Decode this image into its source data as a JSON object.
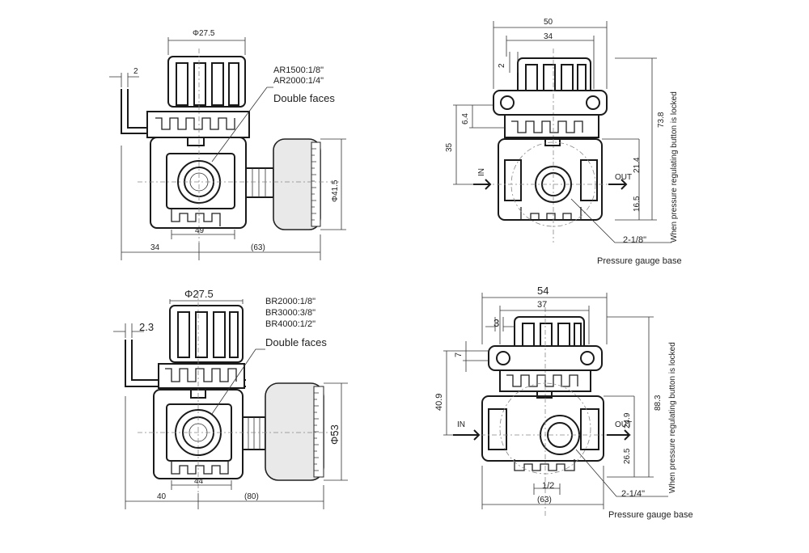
{
  "figures": [
    {
      "id": "fig-tl",
      "dims": {
        "phi_top": "Φ27.5",
        "offset": "2",
        "width_bottom": "49",
        "left": "34",
        "right": "(63)",
        "gauge_dia": "Φ41.5"
      },
      "callouts": [
        "AR1500:1/8\"",
        "AR2000:1/4\"",
        "Double faces"
      ]
    },
    {
      "id": "fig-tr",
      "dims": {
        "top_outer": "50",
        "top_inner": "34",
        "small": "2",
        "d1": "6.4",
        "d2": "35",
        "d3": "73.8",
        "d4": "21.4",
        "d5": "16.5"
      },
      "ports": {
        "in": "IN",
        "out": "OUT"
      },
      "vertical_note": "When pressure regulating button is locked",
      "callouts": [
        "2-1/8\"",
        "Pressure gauge base"
      ]
    },
    {
      "id": "fig-bl",
      "dims": {
        "phi_top": "Φ27.5",
        "offset": "2.3",
        "width_bottom": "44",
        "left": "40",
        "right": "(80)",
        "gauge_dia": "Φ53"
      },
      "callouts": [
        "BR2000:1/8\"",
        "BR3000:3/8\"",
        "BR4000:1/2\"",
        "Double faces"
      ]
    },
    {
      "id": "fig-br",
      "dims": {
        "top_outer": "54",
        "top_inner": "37",
        "small": "3",
        "d1": "7",
        "d2": "40.9",
        "d3": "88.3",
        "d4": "24.9",
        "d5": "26.5",
        "thread": "1/2",
        "bottom": "(63)"
      },
      "ports": {
        "in": "IN",
        "out": "OUT"
      },
      "vertical_note": "When pressure regulating button is locked",
      "callouts": [
        "2-1/4\"",
        "Pressure gauge base"
      ]
    }
  ]
}
